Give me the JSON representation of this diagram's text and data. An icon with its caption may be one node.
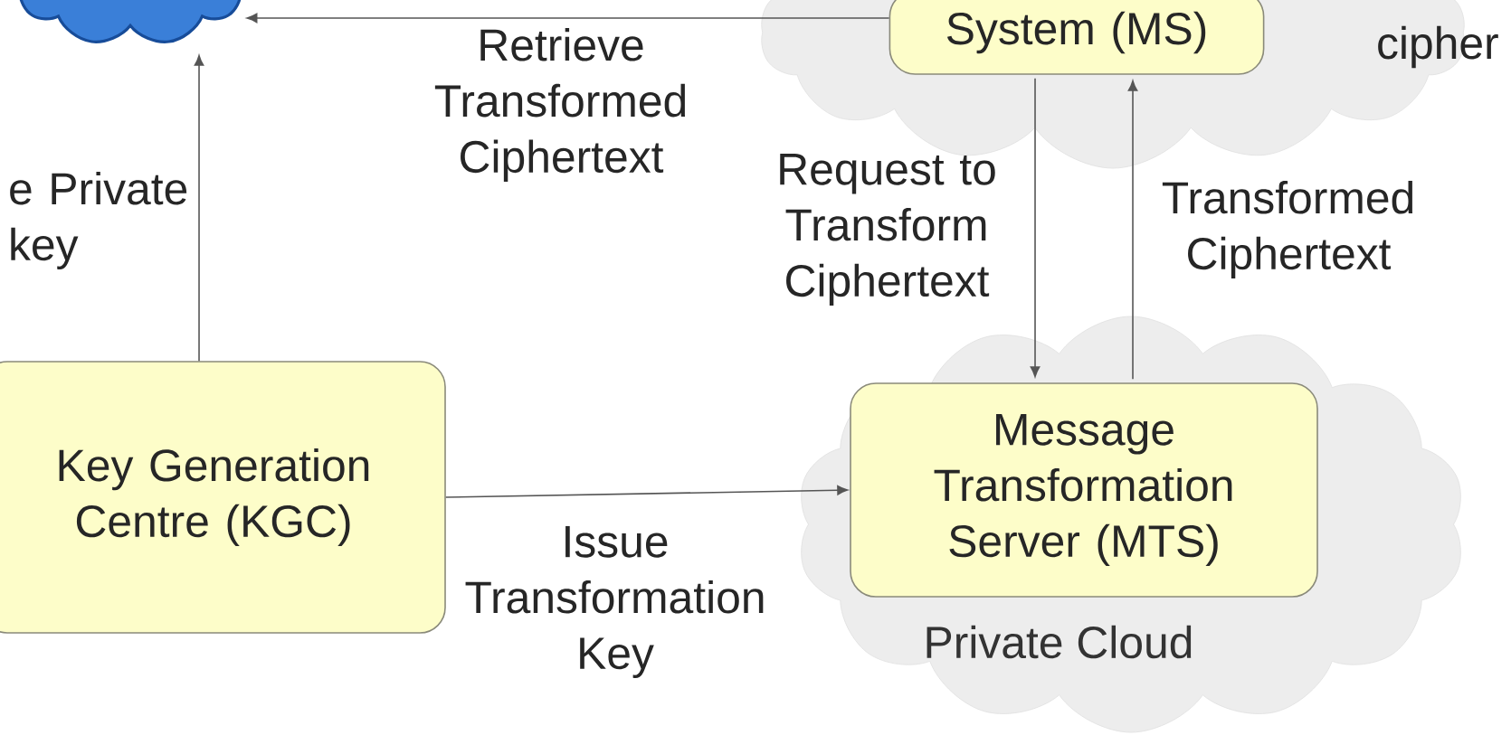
{
  "diagram": {
    "nodes": [
      {
        "text": [],
        "shape": "cloud"
      },
      {
        "text": [],
        "shape": "cloud"
      },
      {
        "text": [
          "System (MS)"
        ],
        "in": 1
      },
      {
        "text": [
          "Private Cloud"
        ]
      },
      {
        "text": [
          "Message Transformation Server (MTS)"
        ],
        "in": 3
      },
      {
        "text": [
          "Key Generation Centre (KGC)"
        ]
      }
    ],
    "edges": [
      {
        "from": 2,
        "to": 0,
        "arrow": "to",
        "label": "Retrieve Transformed Ciphertext"
      },
      {
        "from": 5,
        "to": 0,
        "arrow": "to",
        "label": "e Private key"
      },
      {
        "from": 2,
        "to": 4,
        "arrow": "to",
        "label": "Request to Transform Ciphertext"
      },
      {
        "from": 4,
        "to": 2,
        "arrow": "to",
        "label": "Transformed Ciphertext"
      },
      {
        "from": 5,
        "to": 4,
        "arrow": "to",
        "label": "Issue Transformation Key"
      }
    ],
    "labels": [
      "cipher"
    ]
  }
}
